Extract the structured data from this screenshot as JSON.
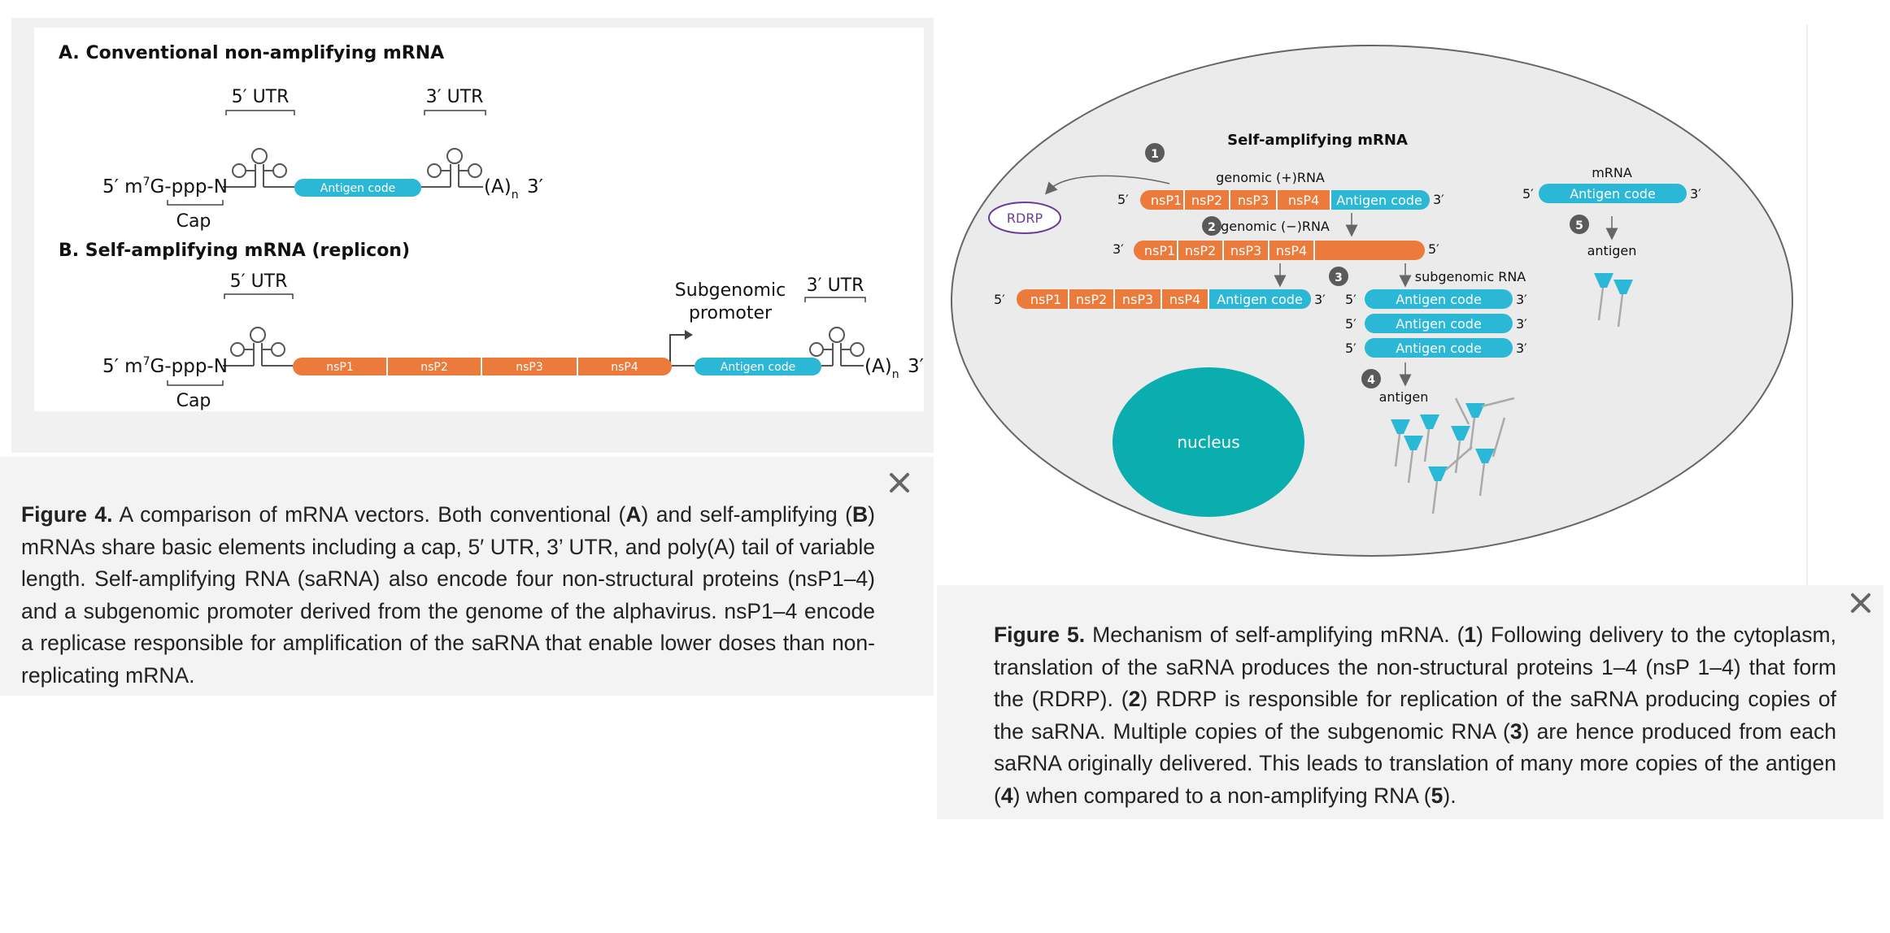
{
  "fig4": {
    "titleA": "A. Conventional non-amplifying mRNA",
    "titleB": "B. Self-amplifying mRNA (replicon)",
    "utr5": "5′ UTR",
    "utr3": "3′ UTR",
    "cap_prefix": "5′ m",
    "cap_sup": "7",
    "cap_suffix": "G-ppp-N",
    "cap": "Cap",
    "polyA": "(A)",
    "polyA_sub": "n",
    "end3": "3′",
    "antigen": "Antigen code",
    "ns": [
      "nsP1",
      "nsP2",
      "nsP3",
      "nsP4"
    ],
    "subgenomic1": "Subgenomic",
    "subgenomic2": "promoter",
    "caption": {
      "label": "Figure 4.",
      "p1": " A comparison of mRNA vectors. Both conventional (",
      "b1": "A",
      "p2": ") and self-amplifying (",
      "b2": "B",
      "p3": ") mRNAs share basic elements including a cap, 5′ UTR, 3’ UTR, and poly(A) tail of variable length. Self-amplifying RNA (saRNA) also encode four non-structural proteins (nsP1–4) and a subgenomic promoter derived from the genome of the alphavirus. nsP1–4 encode a replicase responsible for amplification of the saRNA that enable lower doses than non-replicating mRNA."
    }
  },
  "fig5": {
    "title": "Self-amplifying mRNA",
    "genomic_plus": "genomic (+)RNA",
    "genomic_minus": "genomic (−)RNA",
    "subgenomic": "subgenomic RNA",
    "rdrp": "RDRP",
    "nucleus": "nucleus",
    "antigen_label": "antigen",
    "mrna": "mRNA",
    "antigen": "Antigen code",
    "ns": [
      "nsP1",
      "nsP2",
      "nsP3",
      "nsP4"
    ],
    "steps": [
      "1",
      "2",
      "3",
      "4",
      "5"
    ],
    "p5": "5′",
    "p3": "3′",
    "caption": {
      "label": "Figure 5.",
      "t1": " Mechanism of self-amplifying mRNA. (",
      "b1": "1",
      "t2": ") Following delivery to the cytoplasm, translation of the saRNA produces the non-structural proteins 1–4 (nsP 1–4) that form the (RDRP). (",
      "b2": "2",
      "t3": ") RDRP is responsible for replication of the saRNA producing copies of the saRNA. Multiple copies of the subgenomic RNA (",
      "b3": "3",
      "t4": ") are hence produced from each saRNA originally delivered. This leads to translation of many more copies of the antigen (",
      "b4": "4",
      "t5": ") when compared to a non-amplifying RNA (",
      "b5": "5",
      "t6": ")."
    }
  },
  "colors": {
    "orange": "#ec7a3b",
    "cyan": "#2bb7d6",
    "teal": "#0aaeae",
    "cell_fill": "#ebebeb",
    "rdrp_purple": "#6a3d9a",
    "step_badge": "#5a5a5a"
  },
  "icons": {
    "close": "close-icon"
  }
}
